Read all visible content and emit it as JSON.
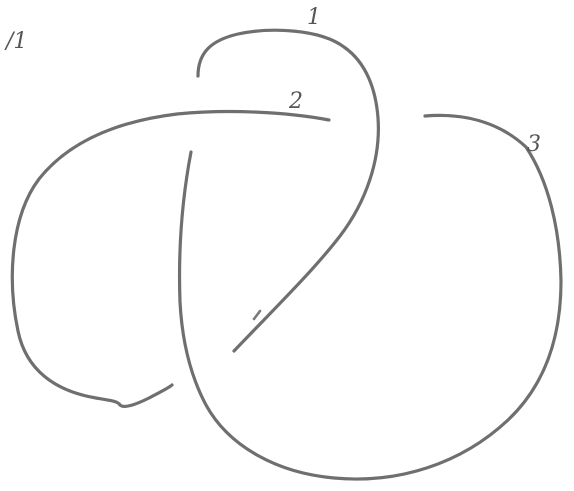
{
  "labels": {
    "corner_mark": "/1",
    "arc_1": "1",
    "arc_2": "2",
    "arc_3": "3"
  },
  "colors": {
    "paper": "#ffffff",
    "pencil": "#6f6f6f",
    "pencil_dark": "#5f5f5f"
  }
}
